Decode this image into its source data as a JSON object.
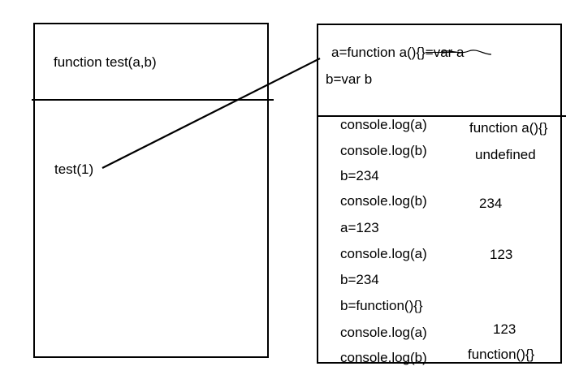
{
  "left_frame": {
    "header": "function test(a,b)",
    "call": "test(1)"
  },
  "right_frame": {
    "header": {
      "line_a": "a=function a(){}",
      "line_a_struck": "=var a",
      "line_b": "b=var b"
    },
    "rows": [
      {
        "code": "console.log(a)",
        "output": "function a(){}"
      },
      {
        "code": "console.log(b)",
        "output": "undefined"
      },
      {
        "code": "b=234",
        "output": ""
      },
      {
        "code": "console.log(b)",
        "output": "234"
      },
      {
        "code": "a=123",
        "output": ""
      },
      {
        "code": "console.log(a)",
        "output": "123"
      },
      {
        "code": "b=234",
        "output": ""
      },
      {
        "code": "b=function(){}",
        "output": ""
      },
      {
        "code": "console.log(a)",
        "output": "123"
      },
      {
        "code": "console.log(b)",
        "output": "function(){}"
      }
    ]
  },
  "colors": {
    "ink": "#000000",
    "background": "#ffffff"
  }
}
